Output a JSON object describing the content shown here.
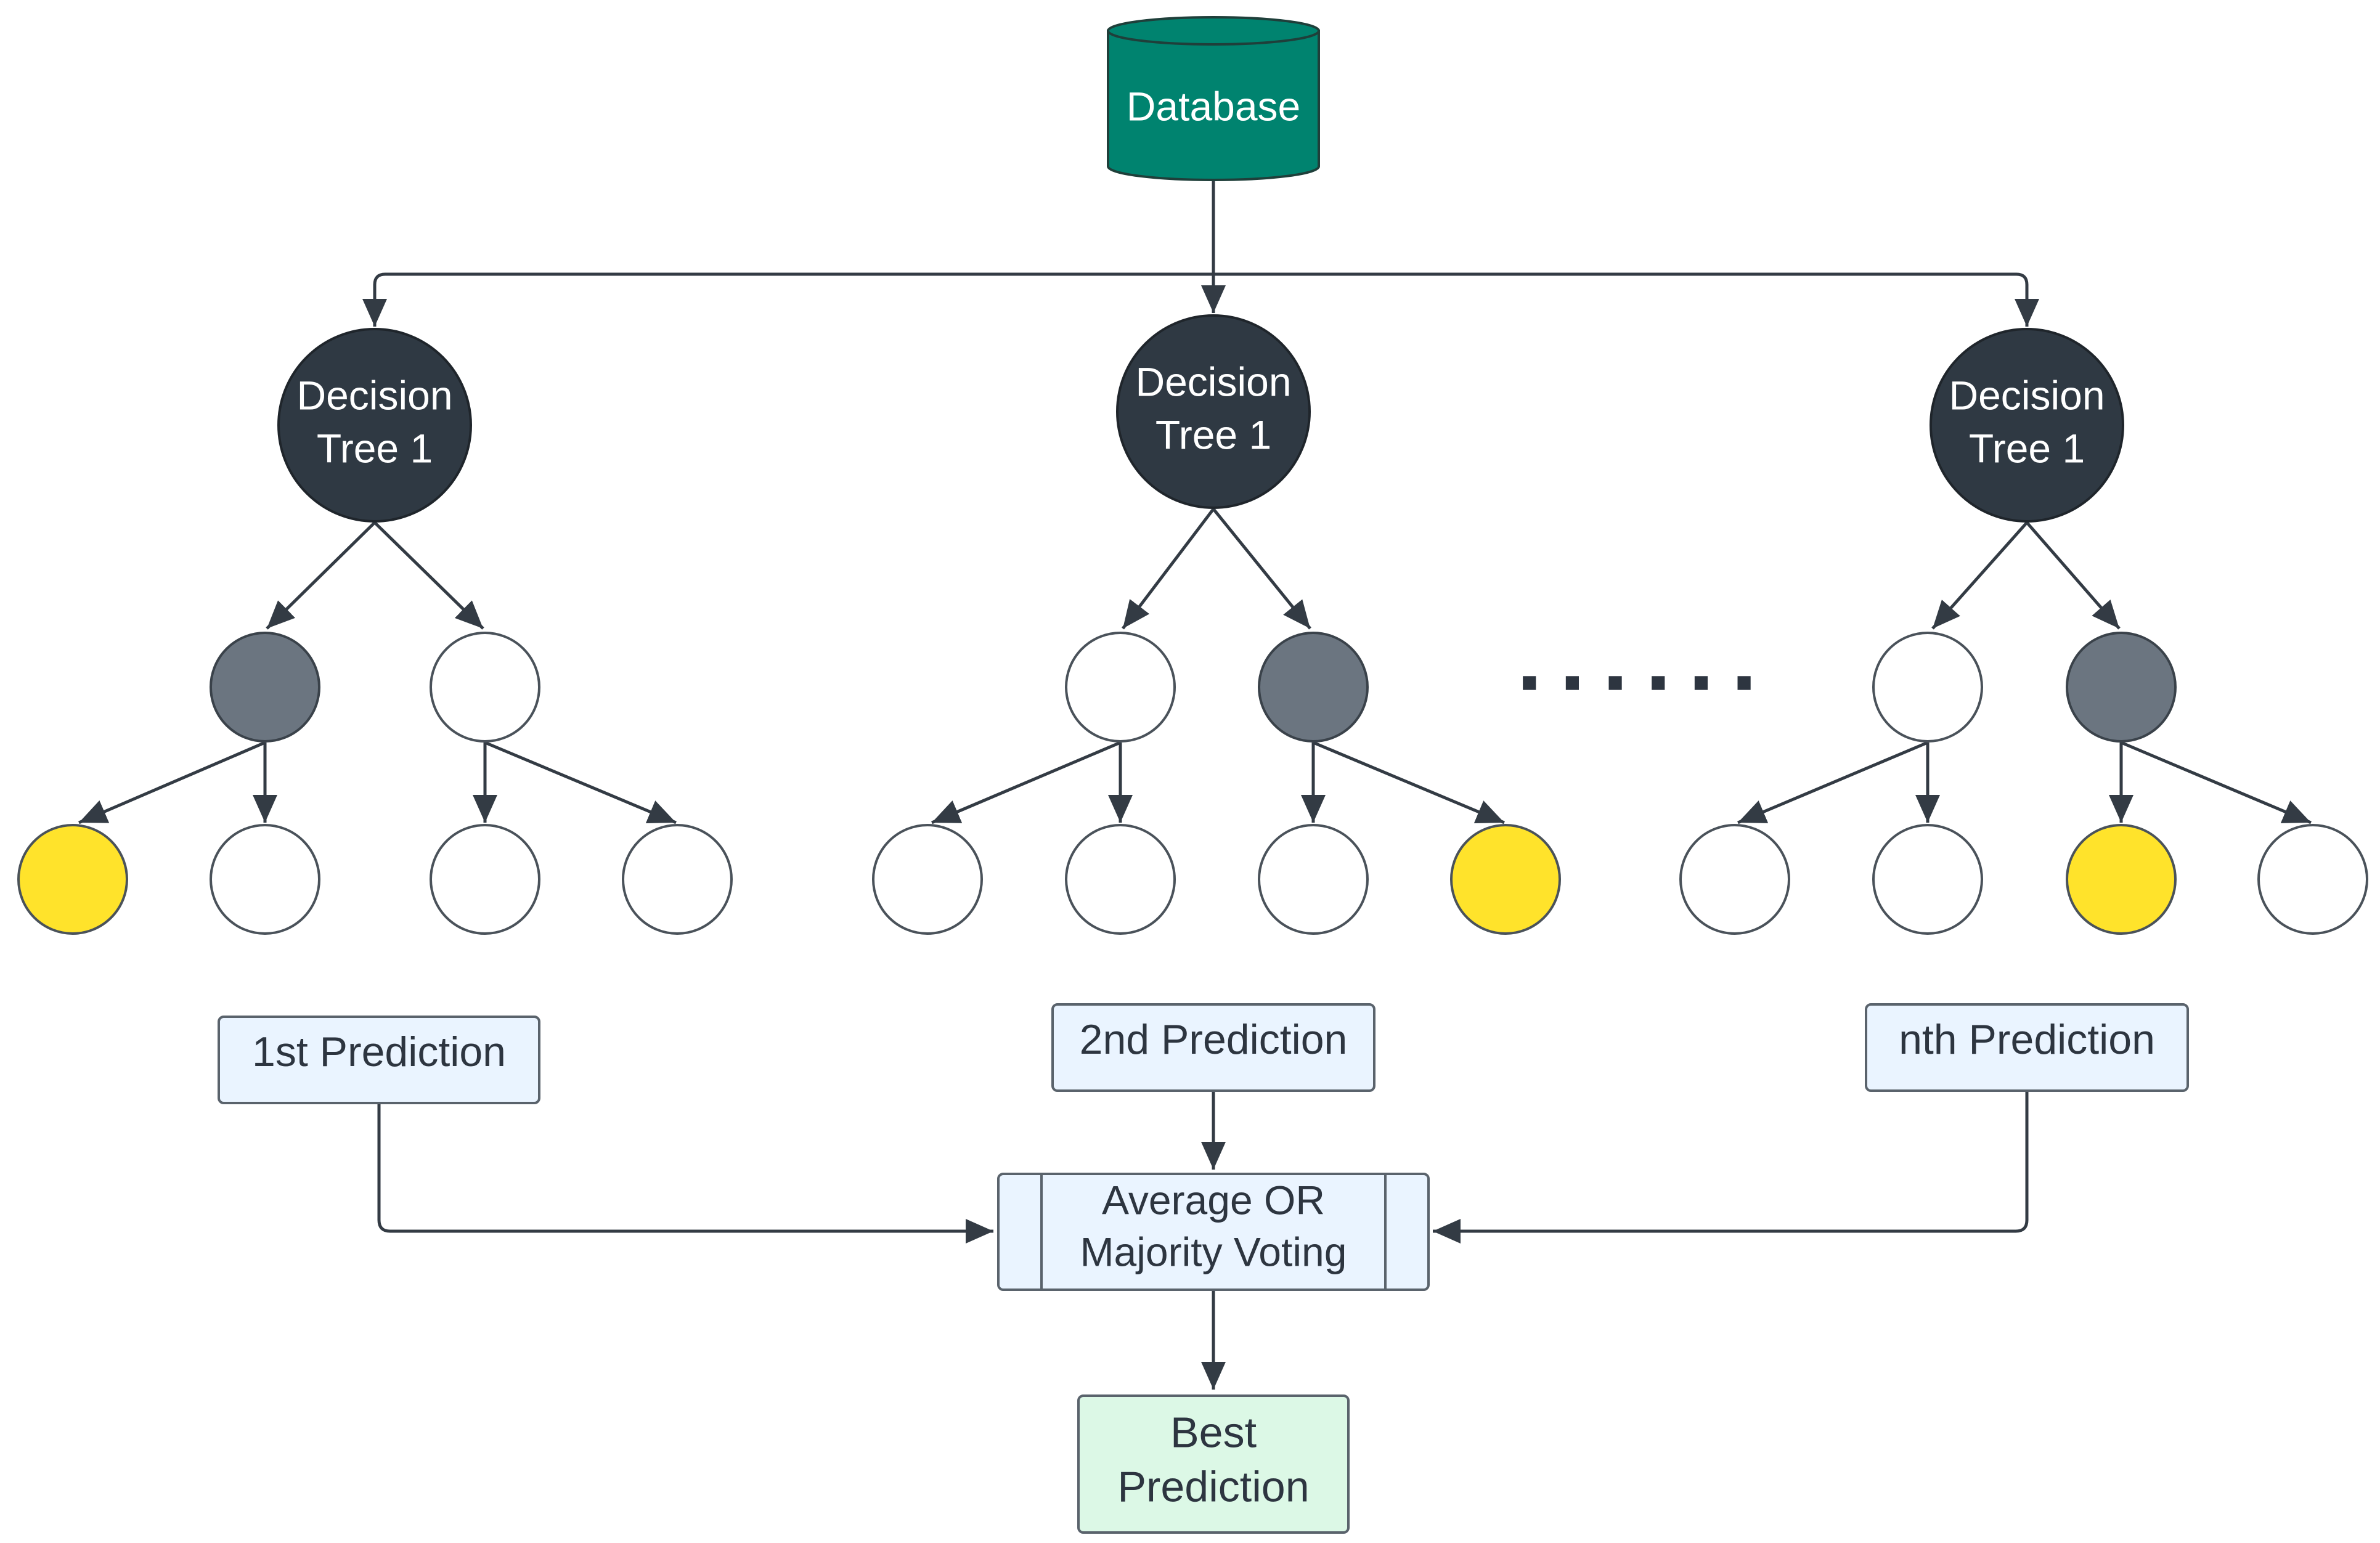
{
  "diagram": {
    "database": {
      "label": "Database"
    },
    "trees": [
      {
        "line1": "Decision",
        "line2": "Tree 1"
      },
      {
        "line1": "Decision",
        "line2": "Tree 1"
      },
      {
        "line1": "Decision",
        "line2": "Tree 1"
      }
    ],
    "ellipsis": "......",
    "predictions": [
      "1st Prediction",
      "2nd Prediction",
      "nth Prediction"
    ],
    "aggregator": {
      "line1": "Average OR",
      "line2": "Majority Voting"
    },
    "result": {
      "line1": "Best",
      "line2": "Prediction"
    },
    "colors": {
      "database_fill": "#00836f",
      "root_node": "#2f3943",
      "internal_gray": "#6b7580",
      "leaf_highlight": "#ffe32b",
      "leaf_plain": "#ffffff",
      "prediction_box": "#eaf4ff",
      "result_box": "#dcf8e6",
      "edge": "#333b44"
    }
  }
}
